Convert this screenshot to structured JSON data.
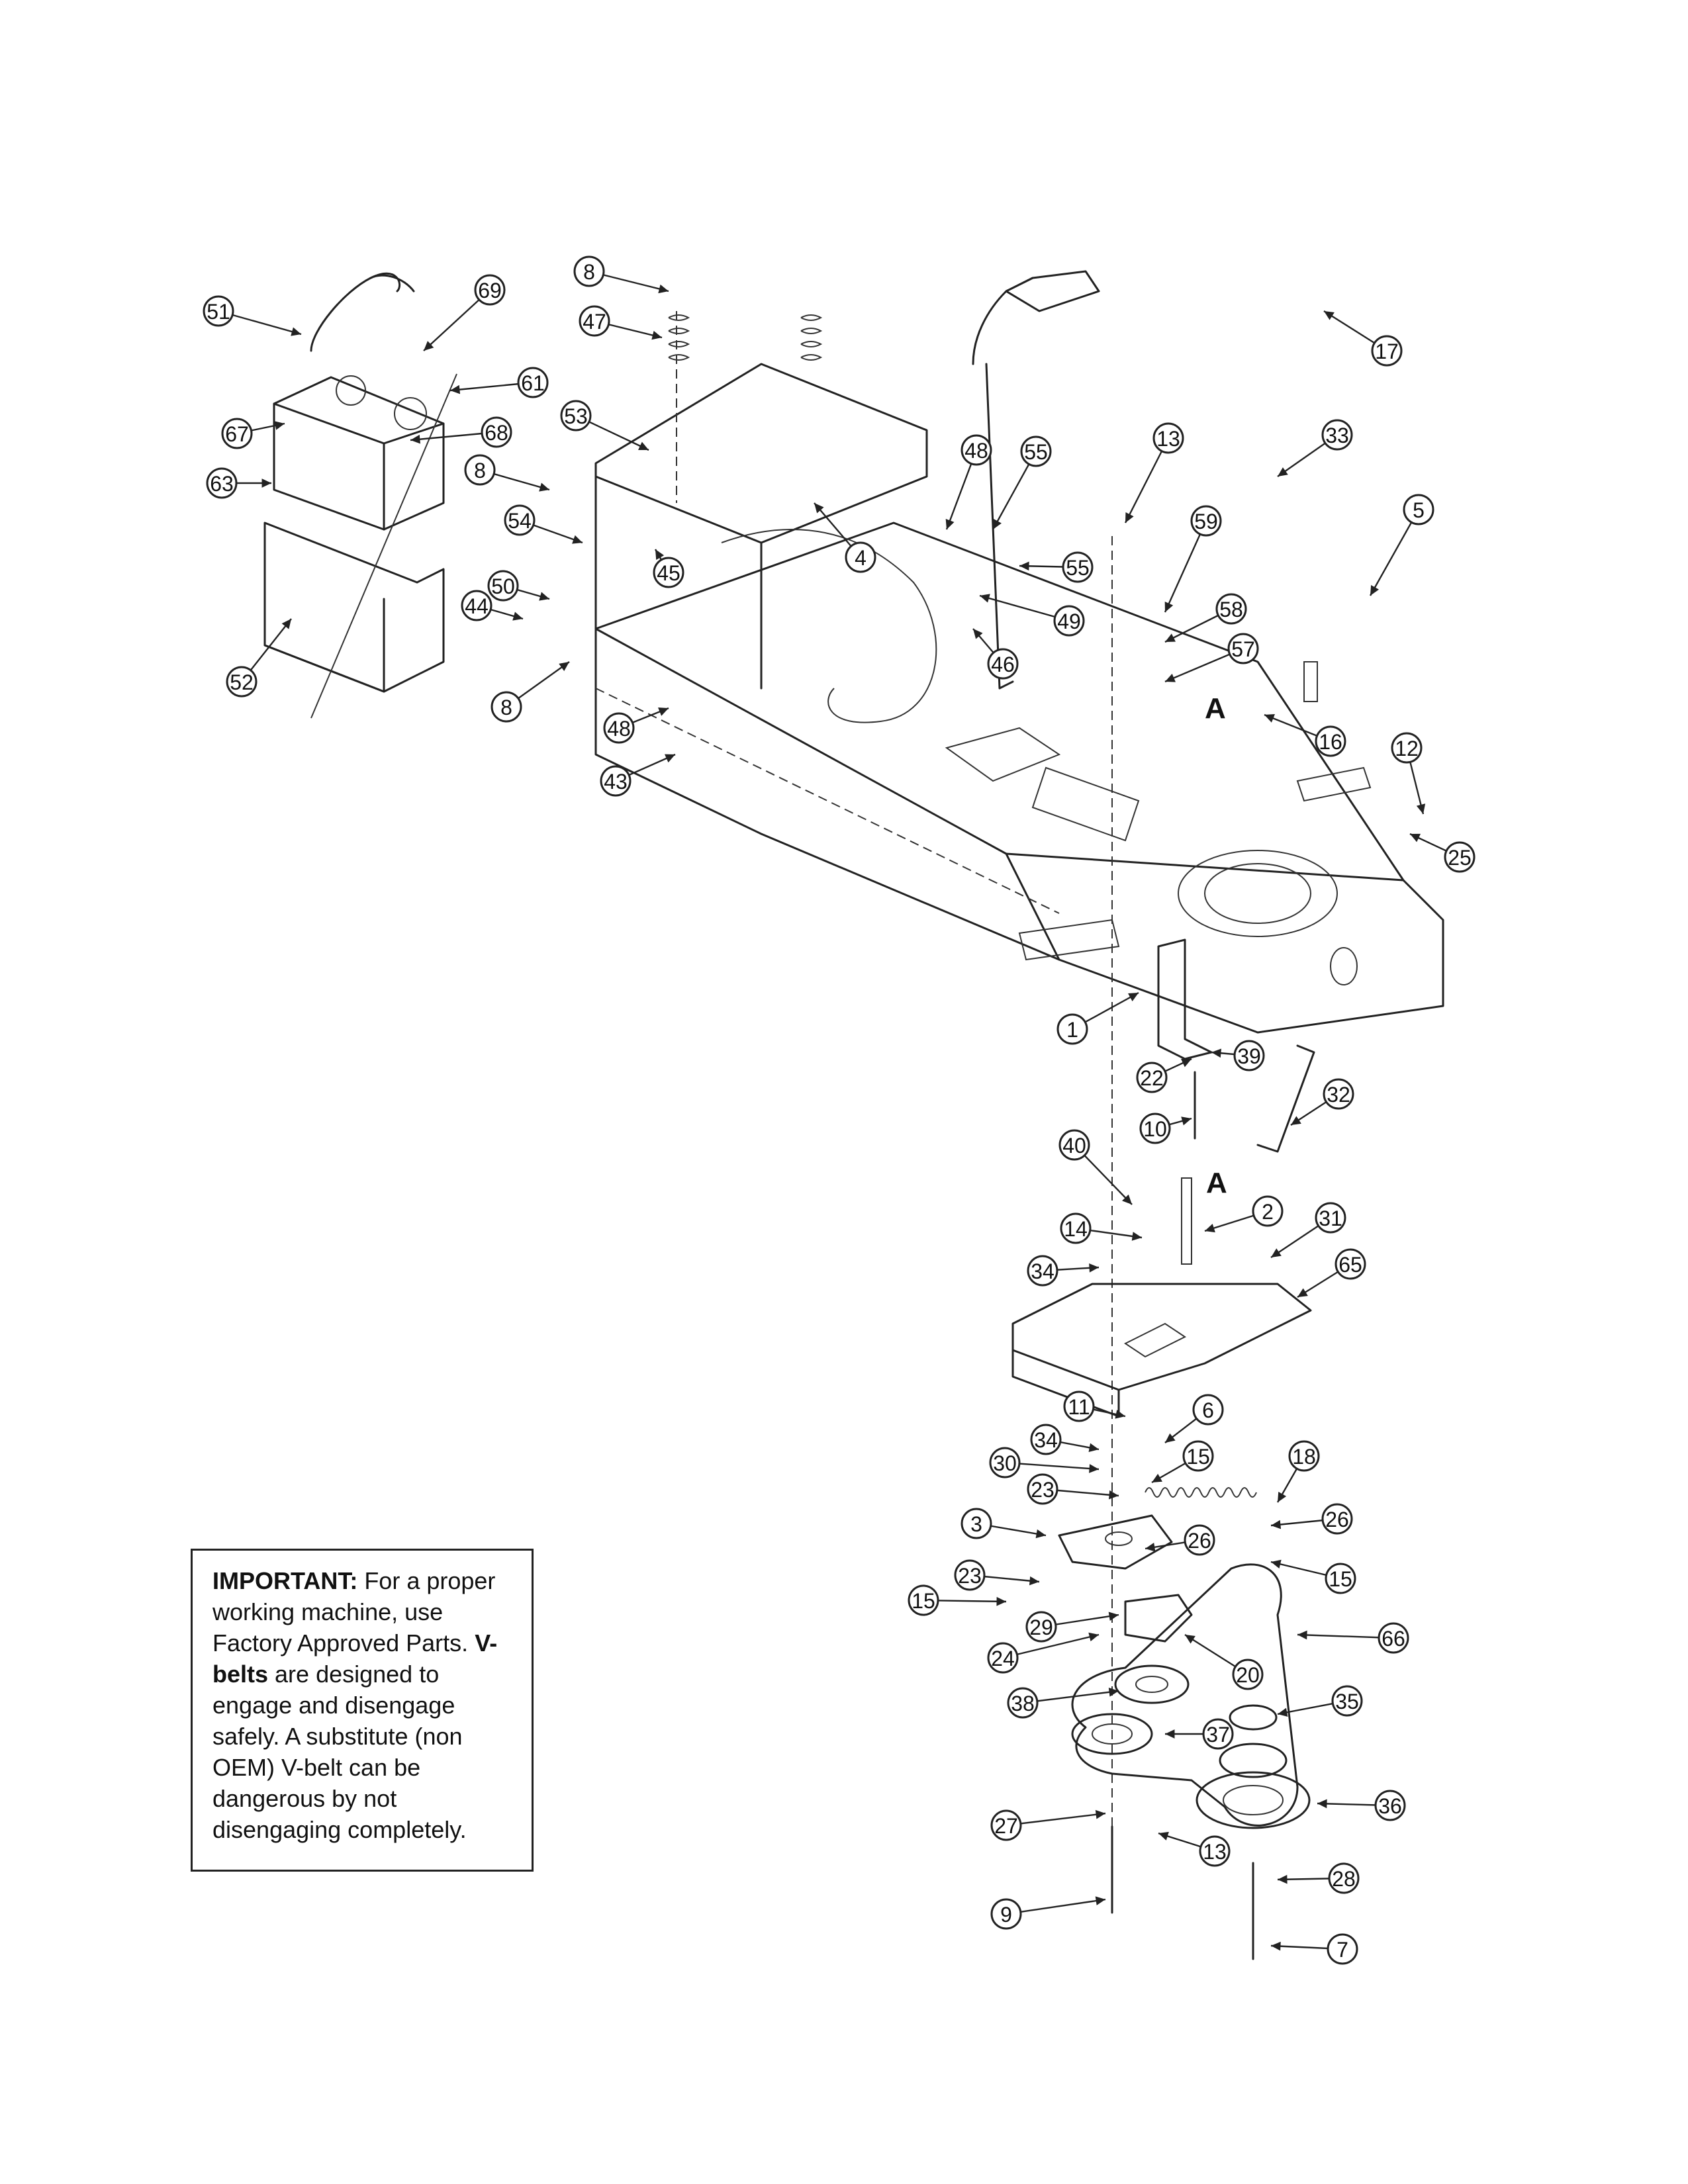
{
  "diagram": {
    "callouts": [
      {
        "id": "c51",
        "label": "51"
      },
      {
        "id": "c69",
        "label": "69"
      },
      {
        "id": "c61",
        "label": "61"
      },
      {
        "id": "c67",
        "label": "67"
      },
      {
        "id": "c68",
        "label": "68"
      },
      {
        "id": "c63",
        "label": "63"
      },
      {
        "id": "c52",
        "label": "52"
      },
      {
        "id": "c8a",
        "label": "8"
      },
      {
        "id": "c47",
        "label": "47"
      },
      {
        "id": "c53",
        "label": "53"
      },
      {
        "id": "c8b",
        "label": "8"
      },
      {
        "id": "c54",
        "label": "54"
      },
      {
        "id": "c50",
        "label": "50"
      },
      {
        "id": "c44",
        "label": "44"
      },
      {
        "id": "c45",
        "label": "45"
      },
      {
        "id": "c8c",
        "label": "8"
      },
      {
        "id": "c48a",
        "label": "48"
      },
      {
        "id": "c43",
        "label": "43"
      },
      {
        "id": "c48b",
        "label": "48"
      },
      {
        "id": "c55a",
        "label": "55"
      },
      {
        "id": "c55b",
        "label": "55"
      },
      {
        "id": "c4",
        "label": "4"
      },
      {
        "id": "c49",
        "label": "49"
      },
      {
        "id": "c46",
        "label": "46"
      },
      {
        "id": "c13a",
        "label": "13"
      },
      {
        "id": "c59",
        "label": "59"
      },
      {
        "id": "c58",
        "label": "58"
      },
      {
        "id": "c57",
        "label": "57"
      },
      {
        "id": "c17",
        "label": "17"
      },
      {
        "id": "c33",
        "label": "33"
      },
      {
        "id": "c5",
        "label": "5"
      },
      {
        "id": "c16",
        "label": "16"
      },
      {
        "id": "c12",
        "label": "12"
      },
      {
        "id": "c25",
        "label": "25"
      },
      {
        "id": "c1",
        "label": "1"
      },
      {
        "id": "c22",
        "label": "22"
      },
      {
        "id": "c39",
        "label": "39"
      },
      {
        "id": "c32",
        "label": "32"
      },
      {
        "id": "c10",
        "label": "10"
      },
      {
        "id": "c40",
        "label": "40"
      },
      {
        "id": "c2",
        "label": "2"
      },
      {
        "id": "c14",
        "label": "14"
      },
      {
        "id": "c31",
        "label": "31"
      },
      {
        "id": "c34a",
        "label": "34"
      },
      {
        "id": "c65",
        "label": "65"
      },
      {
        "id": "c11",
        "label": "11"
      },
      {
        "id": "c6",
        "label": "6"
      },
      {
        "id": "c34b",
        "label": "34"
      },
      {
        "id": "c30",
        "label": "30"
      },
      {
        "id": "c15a",
        "label": "15"
      },
      {
        "id": "c18",
        "label": "18"
      },
      {
        "id": "c23a",
        "label": "23"
      },
      {
        "id": "c3",
        "label": "3"
      },
      {
        "id": "c26a",
        "label": "26"
      },
      {
        "id": "c26b",
        "label": "26"
      },
      {
        "id": "c23b",
        "label": "23"
      },
      {
        "id": "c15b",
        "label": "15"
      },
      {
        "id": "c15c",
        "label": "15"
      },
      {
        "id": "c29",
        "label": "29"
      },
      {
        "id": "c66",
        "label": "66"
      },
      {
        "id": "c24",
        "label": "24"
      },
      {
        "id": "c20",
        "label": "20"
      },
      {
        "id": "c38",
        "label": "38"
      },
      {
        "id": "c35",
        "label": "35"
      },
      {
        "id": "c37",
        "label": "37"
      },
      {
        "id": "c36",
        "label": "36"
      },
      {
        "id": "c27",
        "label": "27"
      },
      {
        "id": "c13b",
        "label": "13"
      },
      {
        "id": "c28",
        "label": "28"
      },
      {
        "id": "c9",
        "label": "9"
      },
      {
        "id": "c7",
        "label": "7"
      }
    ],
    "reference_marks": [
      "A",
      "A"
    ]
  },
  "notice": {
    "heading": "IMPORTANT:",
    "text1": " For a proper working machine, use Factory Approved Parts. ",
    "bold2": "V-belts",
    "text2": " are designed to engage and disengage safely. A substitute (non OEM) V-belt can be dangerous by not disengaging completely."
  }
}
